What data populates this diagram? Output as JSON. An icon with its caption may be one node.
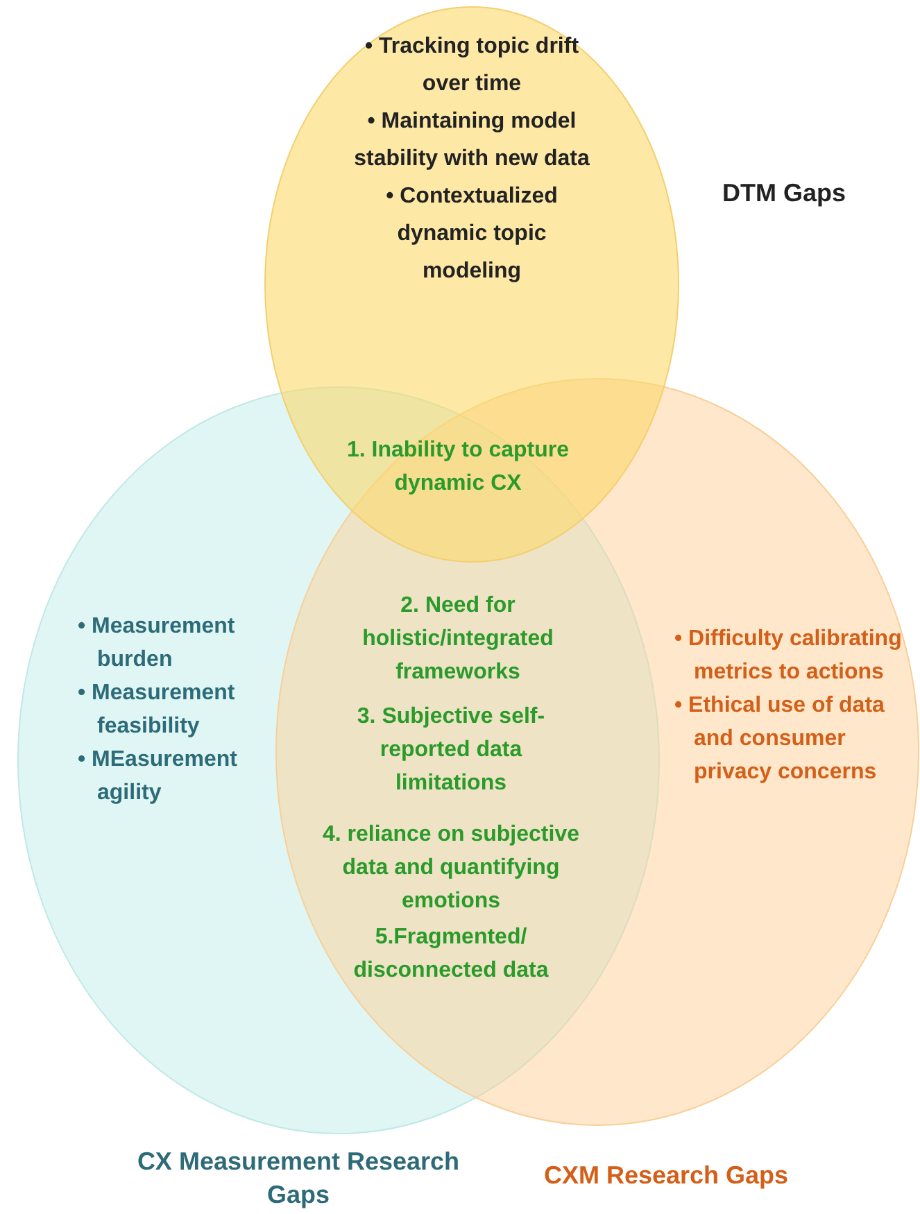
{
  "diagram": {
    "nodes": [
      {
        "text": [
          "• Tracking topic drift over time",
          "• Maintaining model stability with new data",
          "• Contextualized dynamic topic modeling"
        ]
      },
      {
        "text": [
          "• Measurement burden",
          "• Measurement feasibility",
          "• MEasurement agility"
        ]
      },
      {
        "text": [
          "• Difficulty calibrating metrics to actions",
          "• Ethical use of data and consumer privacy concerns"
        ]
      }
    ],
    "labels": [
      "DTM Gaps",
      "1. Inability to capture dynamic CX",
      "2. Need for holistic/integrated frameworks",
      "3. Subjective self-reported data limitations",
      "4. reliance on subjective data and quantifying emotions",
      "5.Fragmented/ disconnected data",
      "CX Measurement Research Gaps",
      "CXM Research Gaps"
    ]
  }
}
